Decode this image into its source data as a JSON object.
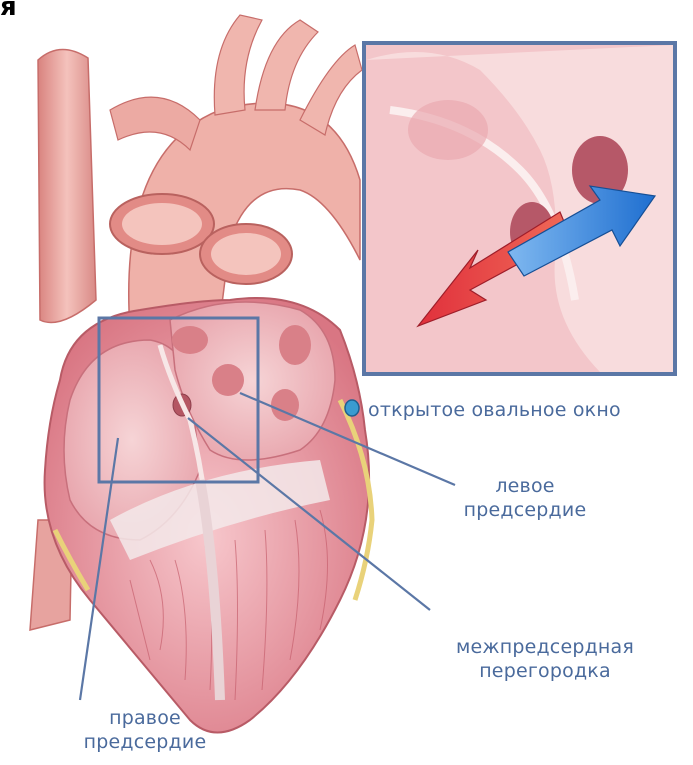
{
  "corner_text": "я",
  "labels": {
    "open_oval_window": "открытое овальное окно",
    "left_atrium_line1": "левое",
    "left_atrium_line2": "предсердие",
    "septum_line1": "межпредсердная",
    "septum_line2": "перегородка",
    "right_atrium_line1": "правое",
    "right_atrium_line2": "предсердие"
  },
  "colors": {
    "label_text": "#4a6a9c",
    "frame": "#5b77a6",
    "heart_muscle": "#e89aa4",
    "vessel": "#f0b4b0",
    "arrow_red": "#e0303c",
    "arrow_blue": "#1f6fd0"
  }
}
